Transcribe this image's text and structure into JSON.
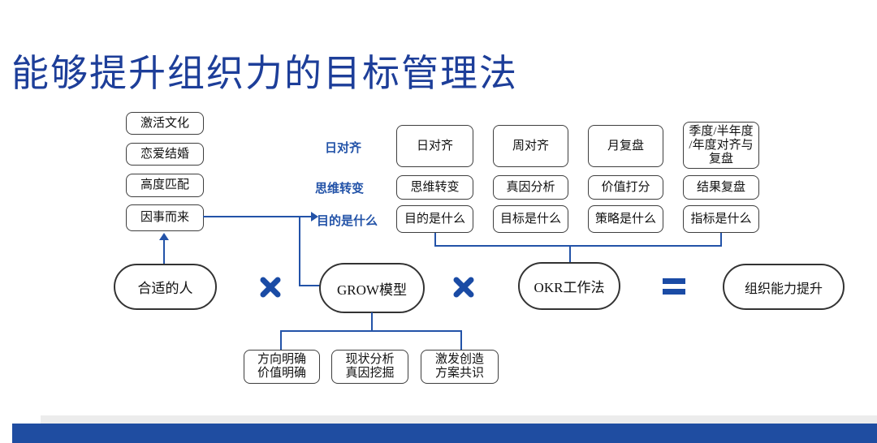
{
  "slide_title": "能够提升组织力的目标管理法",
  "colors": {
    "title_blue": "#1d3e99",
    "accent_blue": "#2353a8",
    "operator_blue": "#1a4ba5",
    "footer_bar_blue": "#1f4da1",
    "footer_bar_gray": "#ececec",
    "box_border": "#3e3e3e"
  },
  "left_chain": [
    "激活文化",
    "恋爱结婚",
    "高度匹配",
    "因事而来"
  ],
  "blue_labels": [
    "日对齐",
    "思维转变",
    "目的是什么"
  ],
  "grid": {
    "col1": [
      "日对齐",
      "思维转变",
      "目的是什么"
    ],
    "col2": [
      "周对齐",
      "真因分析",
      "目标是什么"
    ],
    "col3": [
      "月复盘",
      "价值打分",
      "策略是什么"
    ],
    "col4": {
      "row1_lines": [
        "季度/半年度",
        "/年度对齐与",
        "复盘"
      ],
      "row2": "结果复盘",
      "row3": "指标是什么"
    }
  },
  "equation": {
    "term1": "合适的人",
    "op1": "×",
    "term2": "GROW模型",
    "op2": "×",
    "term3": "OKR工作法",
    "op3": "=",
    "term4": "组织能力提升"
  },
  "grow_children": [
    {
      "line1": "方向明确",
      "line2": "价值明确"
    },
    {
      "line1": "现状分析",
      "line2": "真因挖掘"
    },
    {
      "line1": "激发创造",
      "line2": "方案共识"
    }
  ]
}
